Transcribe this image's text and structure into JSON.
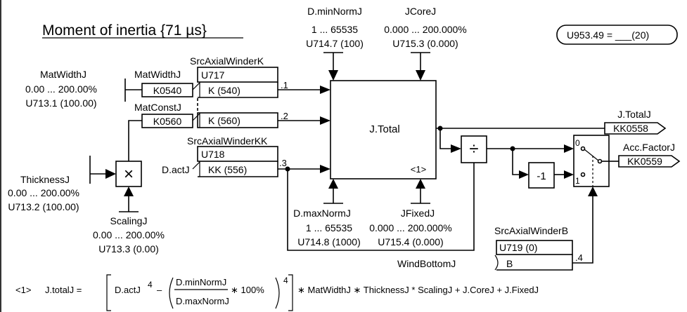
{
  "title": "Moment of inertia {71 µs}",
  "badge": {
    "text": "U953.49 = ___(20)"
  },
  "params": {
    "minNorm": {
      "name": "D.minNormJ",
      "range": "1 ... 65535",
      "param": "U714.7 (100)"
    },
    "jcore": {
      "name": "JCoreJ",
      "range": "0.000 ... 200.000%",
      "param": "U715.3 (0.000)"
    },
    "maxNorm": {
      "name": "D.maxNormJ",
      "range": "1 ... 65535",
      "param": "U714.8 (1000)"
    },
    "jfixed": {
      "name": "JFixedJ",
      "range": "0.000 ... 200.000%",
      "param": "U715.4 (0.000)"
    },
    "matwidth": {
      "name": "MatWidthJ",
      "range": "0.00 ... 200.00%",
      "param": "U713.1 (100.00)"
    },
    "thickness": {
      "name": "ThicknessJ",
      "range": "0.00 ... 200.00%",
      "param": "U713.2 (100.00)"
    },
    "scaling": {
      "name": "ScalingJ",
      "range": "0.00 ... 200.00%",
      "param": "U713.3 (0.00)"
    }
  },
  "src_k": {
    "name": "SrcAxialWinderK",
    "param": "U717",
    "row1": "K (540)",
    "row2": "K (560)"
  },
  "matwidth_conn": {
    "label": "MatWidthJ",
    "conn": "K0540"
  },
  "matconst_conn": {
    "label": "MatConstJ",
    "conn": "K0560"
  },
  "src_kk": {
    "name": "SrcAxialWinderKK",
    "param": "U718",
    "input": "D.actJ",
    "row": "KK (556)"
  },
  "src_b": {
    "name": "SrcAxialWinderB",
    "param": "U719 (0)",
    "input": "WindBottomJ",
    "row": "B"
  },
  "jtotal_block": {
    "label": "J.Total",
    "note": "<1>"
  },
  "ports": {
    "p1": ".1",
    "p2": ".2",
    "p3": ".3",
    "p4": ".4"
  },
  "multiplier": {
    "symbol": "×"
  },
  "divider": {
    "symbol": "÷"
  },
  "negate": {
    "label": "-1"
  },
  "switch": {
    "pos0": "0",
    "pos1": "1"
  },
  "outputs": {
    "jtotal": {
      "name": "J.TotalJ",
      "conn": "KK0558"
    },
    "accfactor": {
      "name": "Acc.FactorJ",
      "conn": "KK0559"
    }
  },
  "formula": {
    "ref": "<1>",
    "lhs": "J.totalJ =",
    "dact": "D.actJ",
    "exp": "4",
    "minus": "–",
    "num": "D.minNormJ",
    "den": "D.maxNormJ",
    "times100": "∗ 100%",
    "tail": "∗ MatWidthJ ∗ ThicknessJ * ScalingJ + J.CoreJ + J.FixedJ"
  }
}
